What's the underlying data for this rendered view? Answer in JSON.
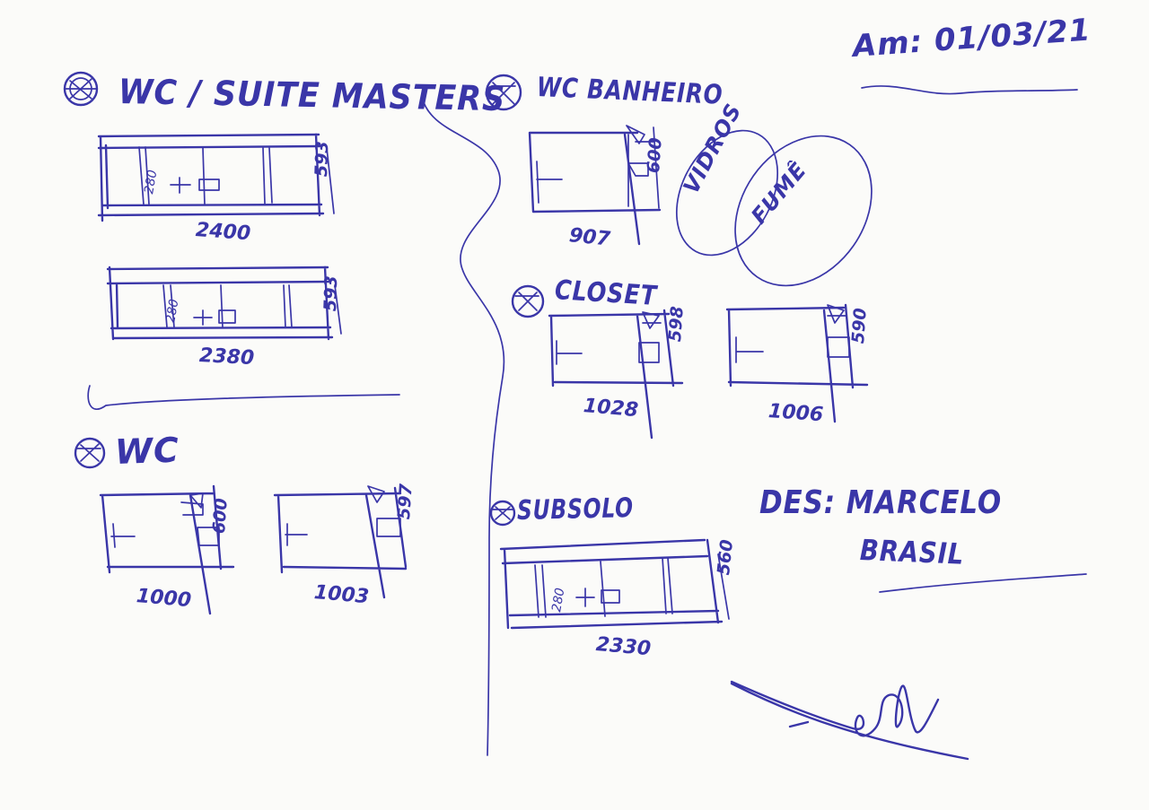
{
  "header": {
    "date": "Am: 01/03/21"
  },
  "sections": {
    "wc_suite_master": {
      "title": "WC / SUITE MASTERS",
      "cabinets": [
        {
          "width": "2400",
          "height": "593",
          "inner": "280"
        },
        {
          "width": "2380",
          "height": "593",
          "inner": "280"
        }
      ]
    },
    "wc_banheiro": {
      "title": "WC BANHEIRO",
      "cabinets": [
        {
          "width": "907",
          "height": "600"
        }
      ]
    },
    "closet": {
      "title": "CLOSET",
      "cabinets": [
        {
          "width": "1028",
          "height": "598"
        },
        {
          "width": "1006",
          "height": "590"
        }
      ]
    },
    "wc": {
      "title": "WC",
      "cabinets": [
        {
          "width": "1000",
          "height": "600"
        },
        {
          "width": "1003",
          "height": "597"
        }
      ]
    },
    "subsolo": {
      "title": "SUBSOLO",
      "cabinets": [
        {
          "width": "2330",
          "height": "560",
          "inner": "280"
        }
      ]
    }
  },
  "notes": {
    "glass_1": "VIDROS",
    "glass_2": "FUMÊ"
  },
  "designer": {
    "label": "DES: MARCELO",
    "surname": "BRASIL"
  },
  "colors": {
    "ink": "#3a36a8",
    "paper": "#fbfbf9"
  }
}
